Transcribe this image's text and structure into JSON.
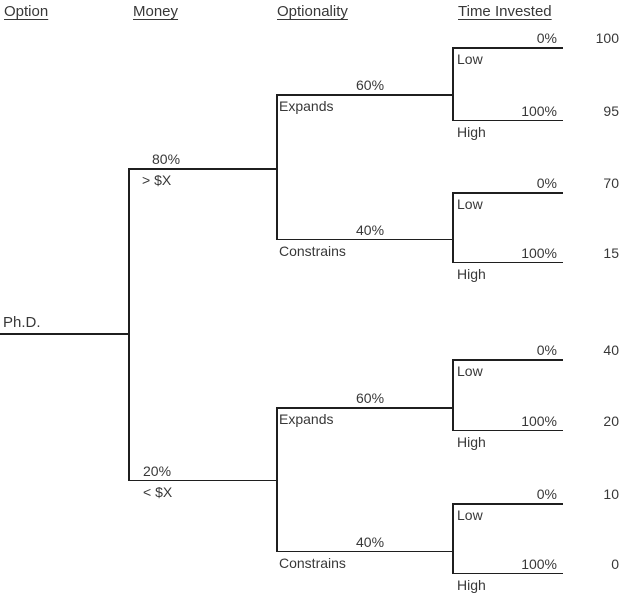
{
  "diagram": {
    "headers": {
      "option": "Option",
      "money": "Money",
      "optionality": "Optionality",
      "time_invested": "Time Invested"
    },
    "root": {
      "label": "Ph.D."
    },
    "branches": {
      "high_money": {
        "probability": "80%",
        "label": "> $X",
        "expands": {
          "probability": "60%",
          "label": "Expands",
          "low": {
            "probability": "0%",
            "label": "Low",
            "value": "100"
          },
          "high": {
            "probability": "100%",
            "label": "High",
            "value": "95"
          }
        },
        "constrains": {
          "probability": "40%",
          "label": "Constrains",
          "low": {
            "probability": "0%",
            "label": "Low",
            "value": "70"
          },
          "high": {
            "probability": "100%",
            "label": "High",
            "value": "15"
          }
        }
      },
      "low_money": {
        "probability": "20%",
        "label": "< $X",
        "expands": {
          "probability": "60%",
          "label": "Expands",
          "low": {
            "probability": "0%",
            "label": "Low",
            "value": "40"
          },
          "high": {
            "probability": "100%",
            "label": "High",
            "value": "20"
          }
        },
        "constrains": {
          "probability": "40%",
          "label": "Constrains",
          "low": {
            "probability": "0%",
            "label": "Low",
            "value": "10"
          },
          "high": {
            "probability": "100%",
            "label": "High",
            "value": "0"
          }
        }
      }
    }
  },
  "colors": {
    "background": "#ffffff",
    "line": "#1f1f1f",
    "text": "#383838"
  }
}
